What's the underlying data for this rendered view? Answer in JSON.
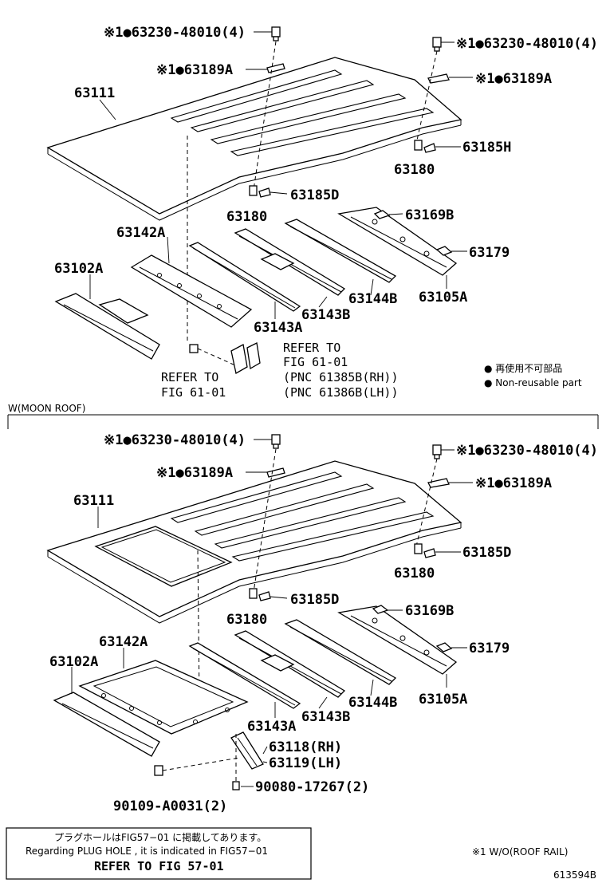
{
  "top": {
    "labels": {
      "bolt_left": "※1●63230-48010(4)",
      "bolt_right": "※1●63230-48010(4)",
      "clip_left": "※1●63189A",
      "clip_right": "※1●63189A",
      "roof_panel": "63111",
      "bracket_right": "63185H",
      "nut_right": "63180",
      "bracket_left": "63185D",
      "nut_left": "63180",
      "pad": "63169B",
      "panel_front": "63142A",
      "clip_rear": "63179",
      "header_front": "63102A",
      "reinf_143b": "63143B",
      "reinf_144b": "63144B",
      "header_rear": "63105A",
      "reinf_143a": "63143A"
    },
    "refer_right": [
      "REFER TO",
      "FIG 61-01",
      "(PNC 61385B(RH))",
      "(PNC 61386B(LH))"
    ],
    "refer_left": [
      "REFER TO",
      "FIG 61-01"
    ]
  },
  "legend": {
    "line1": "● 再使用不可部品",
    "line2": "● Non-reusable part"
  },
  "section_title": "W(MOON ROOF)",
  "bottom": {
    "labels": {
      "bolt_left": "※1●63230-48010(4)",
      "bolt_right": "※1●63230-48010(4)",
      "clip_left": "※1●63189A",
      "clip_right": "※1●63189A",
      "roof_panel": "63111",
      "bracket_right": "63185D",
      "nut_right": "63180",
      "bracket_left": "63185D",
      "nut_left": "63180",
      "pad": "63169B",
      "clip_rear": "63179",
      "panel_front": "63142A",
      "header_front": "63102A",
      "reinf_144b": "63144B",
      "header_rear": "63105A",
      "reinf_143b": "63143B",
      "reinf_143a": "63143A",
      "bracket_rh": "63118(RH)",
      "bracket_lh": "63119(LH)",
      "screw": "90080-17267(2)",
      "bolt_bottom": "90109-A0031(2)"
    }
  },
  "note": {
    "line1": "プラグホールはFIG57−01 に掲載してあります。",
    "line2": "Regarding PLUG HOLE , it is indicated in FIG57−01",
    "line3": "REFER TO FIG 57-01"
  },
  "footer": {
    "condition": "※1 W/O(ROOF RAIL)",
    "figure_id": "613594B"
  }
}
